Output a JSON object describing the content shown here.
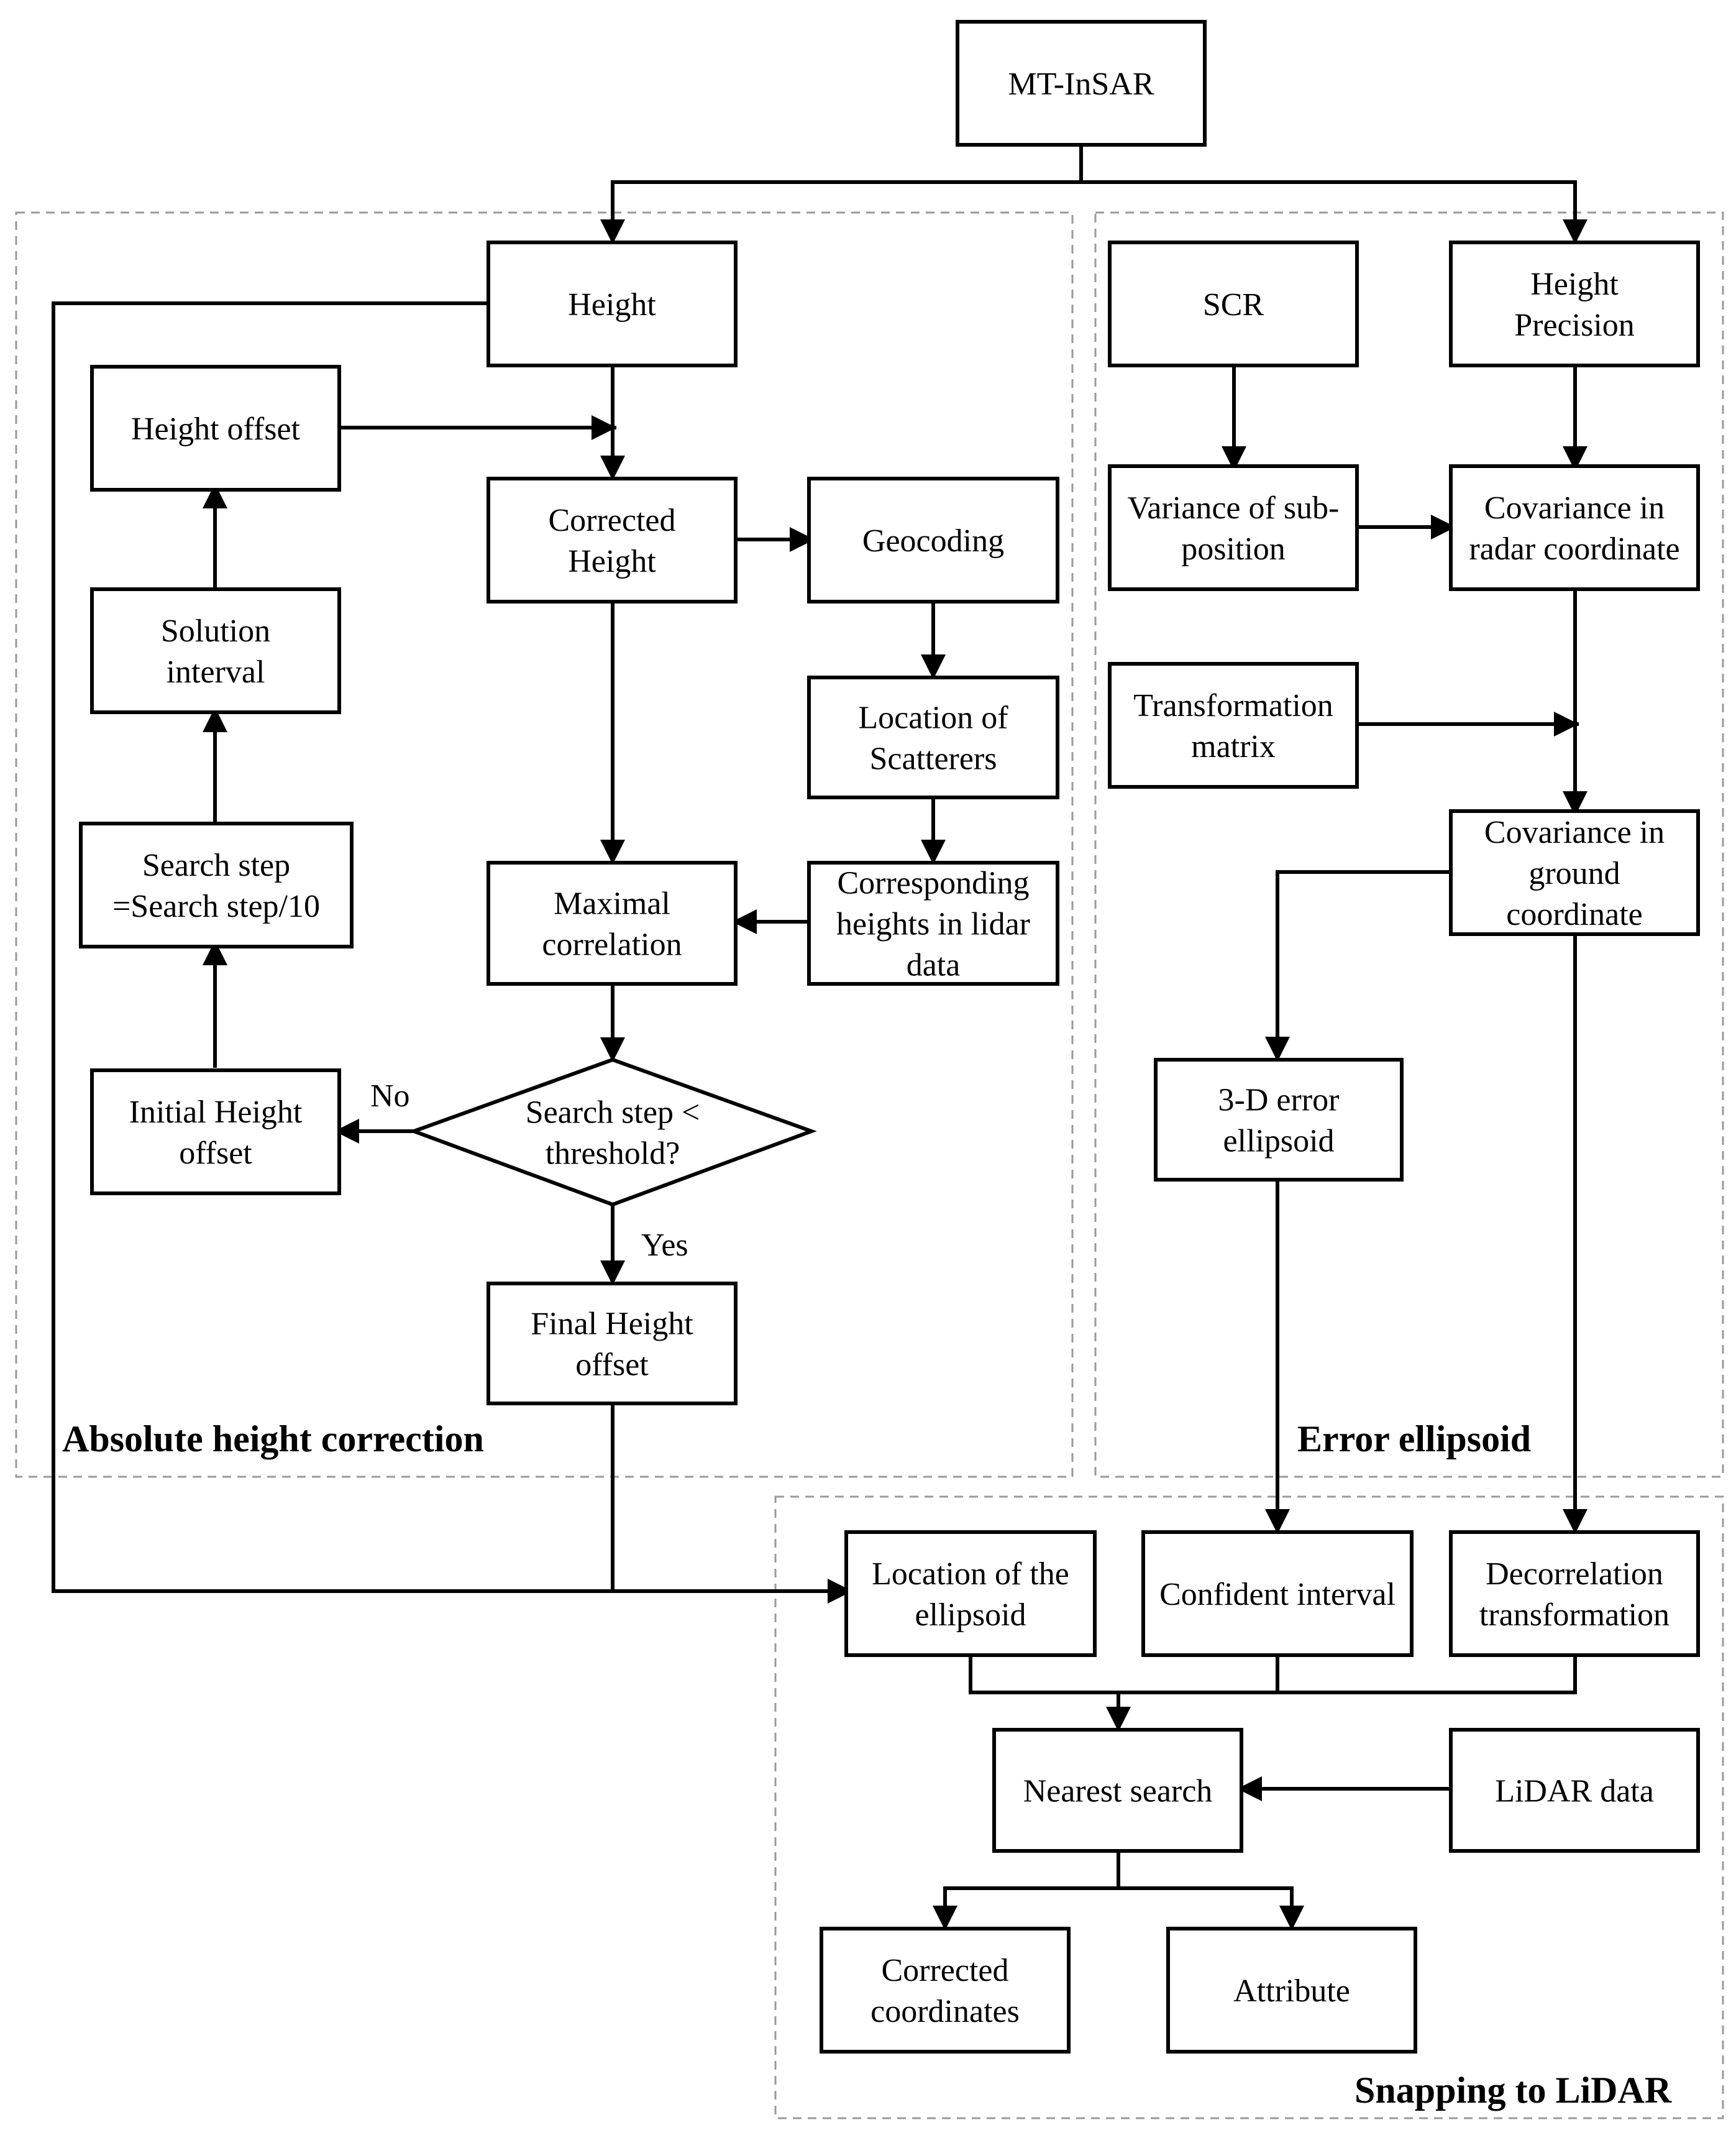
{
  "regions": {
    "absolute": "Absolute height correction",
    "ellipsoid": "Error ellipsoid",
    "snapping": "Snapping to LiDAR"
  },
  "nodes": {
    "mt_insar": [
      "MT-InSAR"
    ],
    "height": [
      "Height"
    ],
    "height_offset": [
      "Height offset"
    ],
    "corrected_height": [
      "Corrected",
      "Height"
    ],
    "geocoding": [
      "Geocoding"
    ],
    "solution_interval": [
      "Solution",
      "interval"
    ],
    "location_scatterers": [
      "Location of",
      "Scatterers"
    ],
    "search_step": [
      "Search step",
      "=Search step/10"
    ],
    "maximal_correlation": [
      "Maximal",
      "correlation"
    ],
    "corresponding_heights": [
      "Corresponding",
      "heights in lidar",
      "data"
    ],
    "initial_height_offset": [
      "Initial Height",
      "offset"
    ],
    "decision": [
      "Search step <",
      "threshold?"
    ],
    "final_height_offset": [
      "Final Height",
      "offset"
    ],
    "scr": [
      "SCR"
    ],
    "height_precision": [
      "Height",
      "Precision"
    ],
    "variance_subposition": [
      "Variance of sub-",
      "position"
    ],
    "covariance_radar": [
      "Covariance in",
      "radar coordinate"
    ],
    "transformation_matrix": [
      "Transformation",
      "matrix"
    ],
    "covariance_ground": [
      "Covariance in",
      "ground",
      "coordinate"
    ],
    "error_ellipsoid_3d": [
      "3-D error",
      "ellipsoid"
    ],
    "location_ellipsoid": [
      "Location of the",
      "ellipsoid"
    ],
    "confident_interval": [
      "Confident interval"
    ],
    "decorrelation": [
      "Decorrelation",
      "transformation"
    ],
    "nearest_search": [
      "Nearest search"
    ],
    "lidar_data": [
      "LiDAR data"
    ],
    "corrected_coordinates": [
      "Corrected",
      "coordinates"
    ],
    "attribute": [
      "Attribute"
    ]
  },
  "edge_labels": {
    "no": "No",
    "yes": "Yes"
  }
}
